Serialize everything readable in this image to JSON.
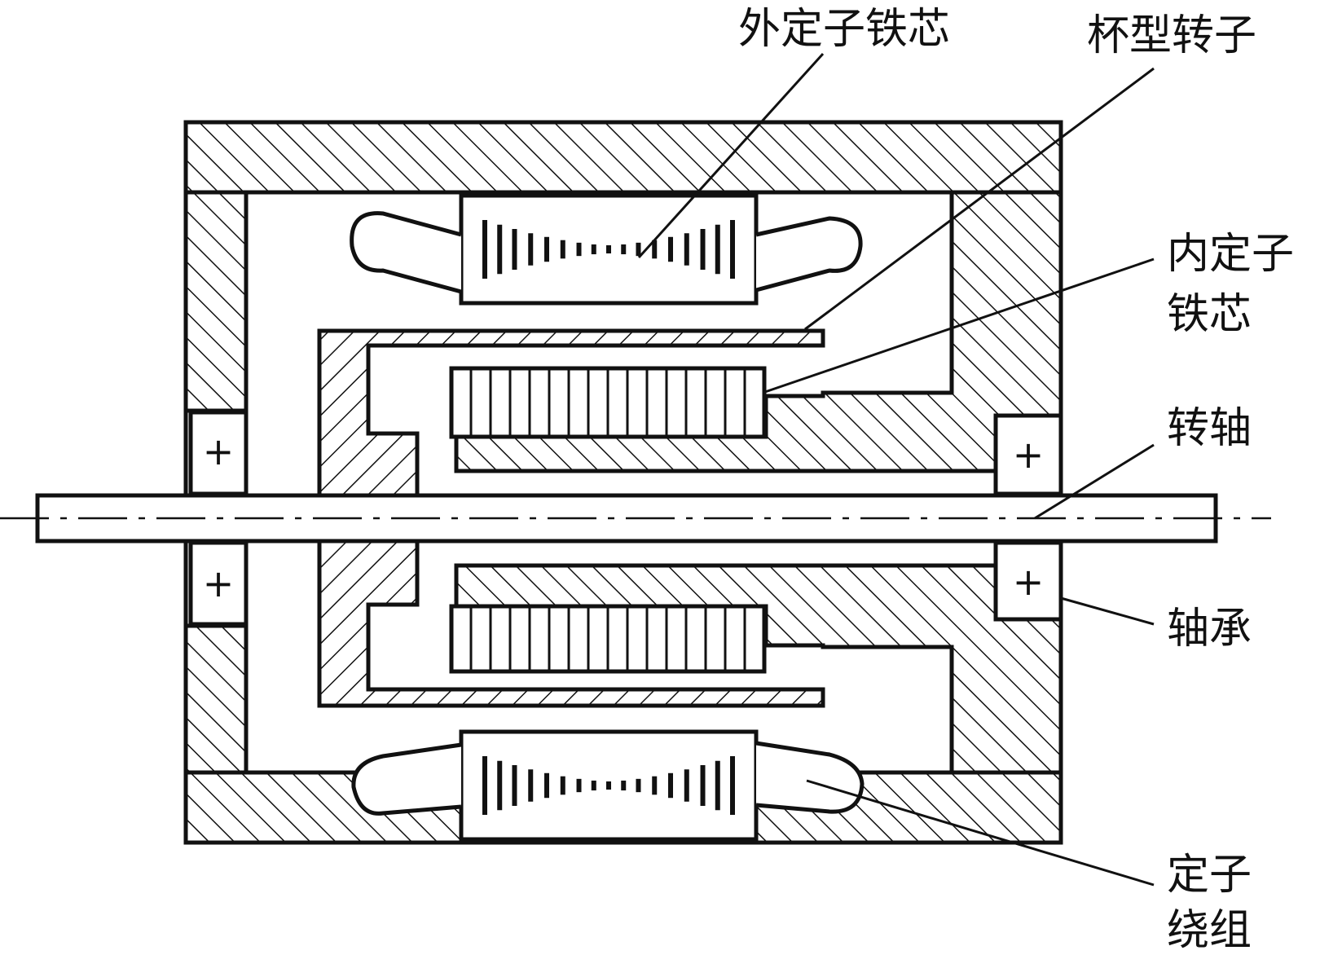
{
  "labels": {
    "outer_stator_core": "外定子铁芯",
    "cup_rotor": "杯型转子",
    "inner_stator_core_line1": "内定子",
    "inner_stator_core_line2": "铁芯",
    "shaft": "转轴",
    "bearing": "轴承",
    "stator_winding_line1": "定子",
    "stator_winding_line2": "绕组"
  },
  "bearing_mark": "+",
  "colors": {
    "line": "#111111",
    "background": "#ffffff"
  }
}
